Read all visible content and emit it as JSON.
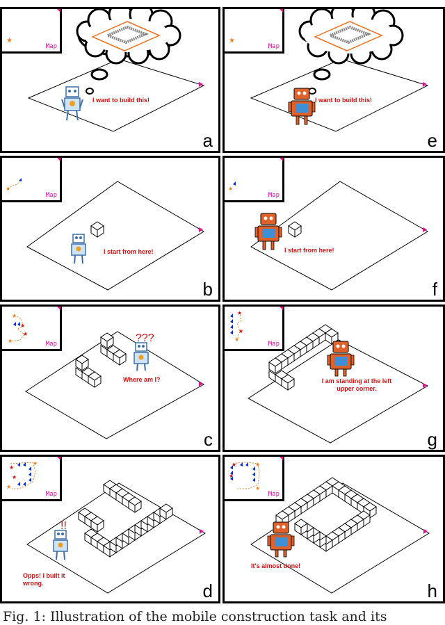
{
  "map_label": "Map",
  "panels": {
    "a": {
      "letter": "a",
      "speech": "I want to build this!"
    },
    "b": {
      "letter": "b",
      "speech": "I start from here!"
    },
    "c": {
      "letter": "c",
      "speech": "Where am I?",
      "marks": "???"
    },
    "d": {
      "letter": "d",
      "speech": "Opps! I built it wrong.",
      "marks": "!!"
    },
    "e": {
      "letter": "e",
      "speech": "I want to build this!"
    },
    "f": {
      "letter": "f",
      "speech": "I start from here!"
    },
    "g": {
      "letter": "g",
      "speech": "I am standing at the left upper corner."
    },
    "h": {
      "letter": "h",
      "speech": "It's almost done!"
    }
  },
  "caption": "Fig. 1: Illustration of the mobile construction task and its",
  "colors": {
    "speech": "#d01010",
    "map_label": "#d0109f",
    "robot_orange": "#e0622a",
    "robot_blue": "#3d8fd6",
    "trajectory_orange": "#f08020",
    "trajectory_blue": "#1030c0",
    "target_outline": "#f07020"
  }
}
